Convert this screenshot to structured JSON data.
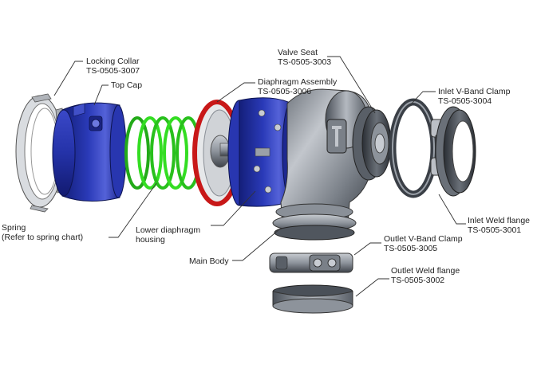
{
  "colors": {
    "blue": "#2a3ab8",
    "blue_dark": "#141f7a",
    "blue_light": "#6c78e0",
    "green": "#33dd22",
    "red": "#c81818",
    "grey": "#9aa0a8",
    "grey_dark": "#3c4148",
    "leader": "#333333"
  },
  "labels": {
    "locking_collar": {
      "name": "Locking Collar",
      "part": "TS-0505-3007"
    },
    "top_cap": {
      "name": "Top Cap"
    },
    "diaphragm_assembly": {
      "name": "Diaphragm Assembly",
      "part": "TS-0505-3006"
    },
    "valve_seat": {
      "name": "Valve Seat",
      "part": "TS-0505-3003"
    },
    "inlet_vband_clamp": {
      "name": "Inlet V-Band Clamp",
      "part": "TS-0505-3004"
    },
    "spring": {
      "name": "Spring",
      "note": "(Refer to spring chart)"
    },
    "lower_diaphragm_housing": {
      "line1": "Lower diaphragm",
      "line2": "housing"
    },
    "main_body": {
      "name": "Main Body"
    },
    "inlet_weld_flange": {
      "name": "Inlet Weld flange",
      "part": "TS-0505-3001"
    },
    "outlet_vband_clamp": {
      "name": "Outlet V-Band Clamp",
      "part": "TS-0505-3005"
    },
    "outlet_weld_flange": {
      "name": "Outlet Weld flange",
      "part": "TS-0505-3002"
    }
  }
}
